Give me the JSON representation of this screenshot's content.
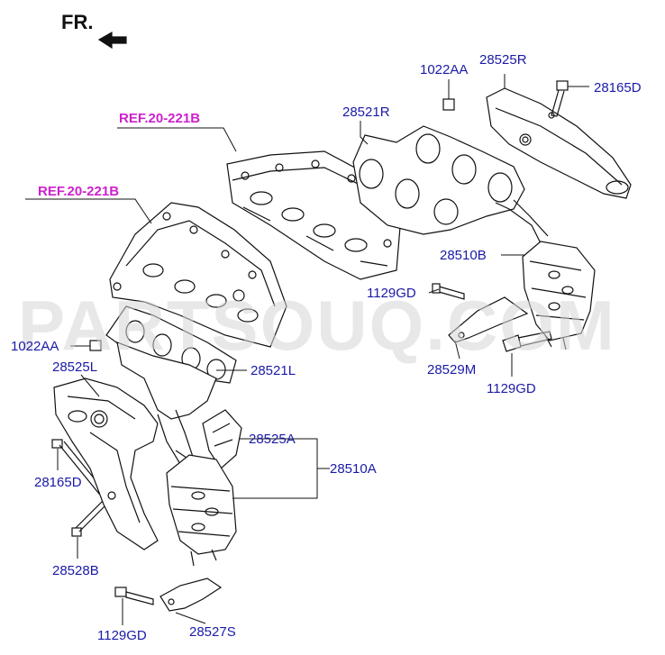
{
  "header": {
    "orientation_label": "FR."
  },
  "watermark": "PARTSOUQ.COM",
  "references": [
    "REF.20-221B",
    "REF.20-221B"
  ],
  "parts": {
    "p1022AA_top": "1022AA",
    "p28525R": "28525R",
    "p28165D_top": "28165D",
    "p28521R": "28521R",
    "p28510B": "28510B",
    "p1129GD_mid": "1129GD",
    "p28529M": "28529M",
    "p1129GD_right": "1129GD",
    "p1022AA_left": "1022AA",
    "p28525L": "28525L",
    "p28521L": "28521L",
    "p28525A": "28525A",
    "p28510A": "28510A",
    "p28165D_left": "28165D",
    "p28528B": "28528B",
    "p1129GD_bottom": "1129GD",
    "p28527S": "28527S"
  },
  "colors": {
    "label": "#1a1aa8",
    "reference": "#cc22cc",
    "line": "#111111",
    "watermark": "#d6d6d6"
  }
}
